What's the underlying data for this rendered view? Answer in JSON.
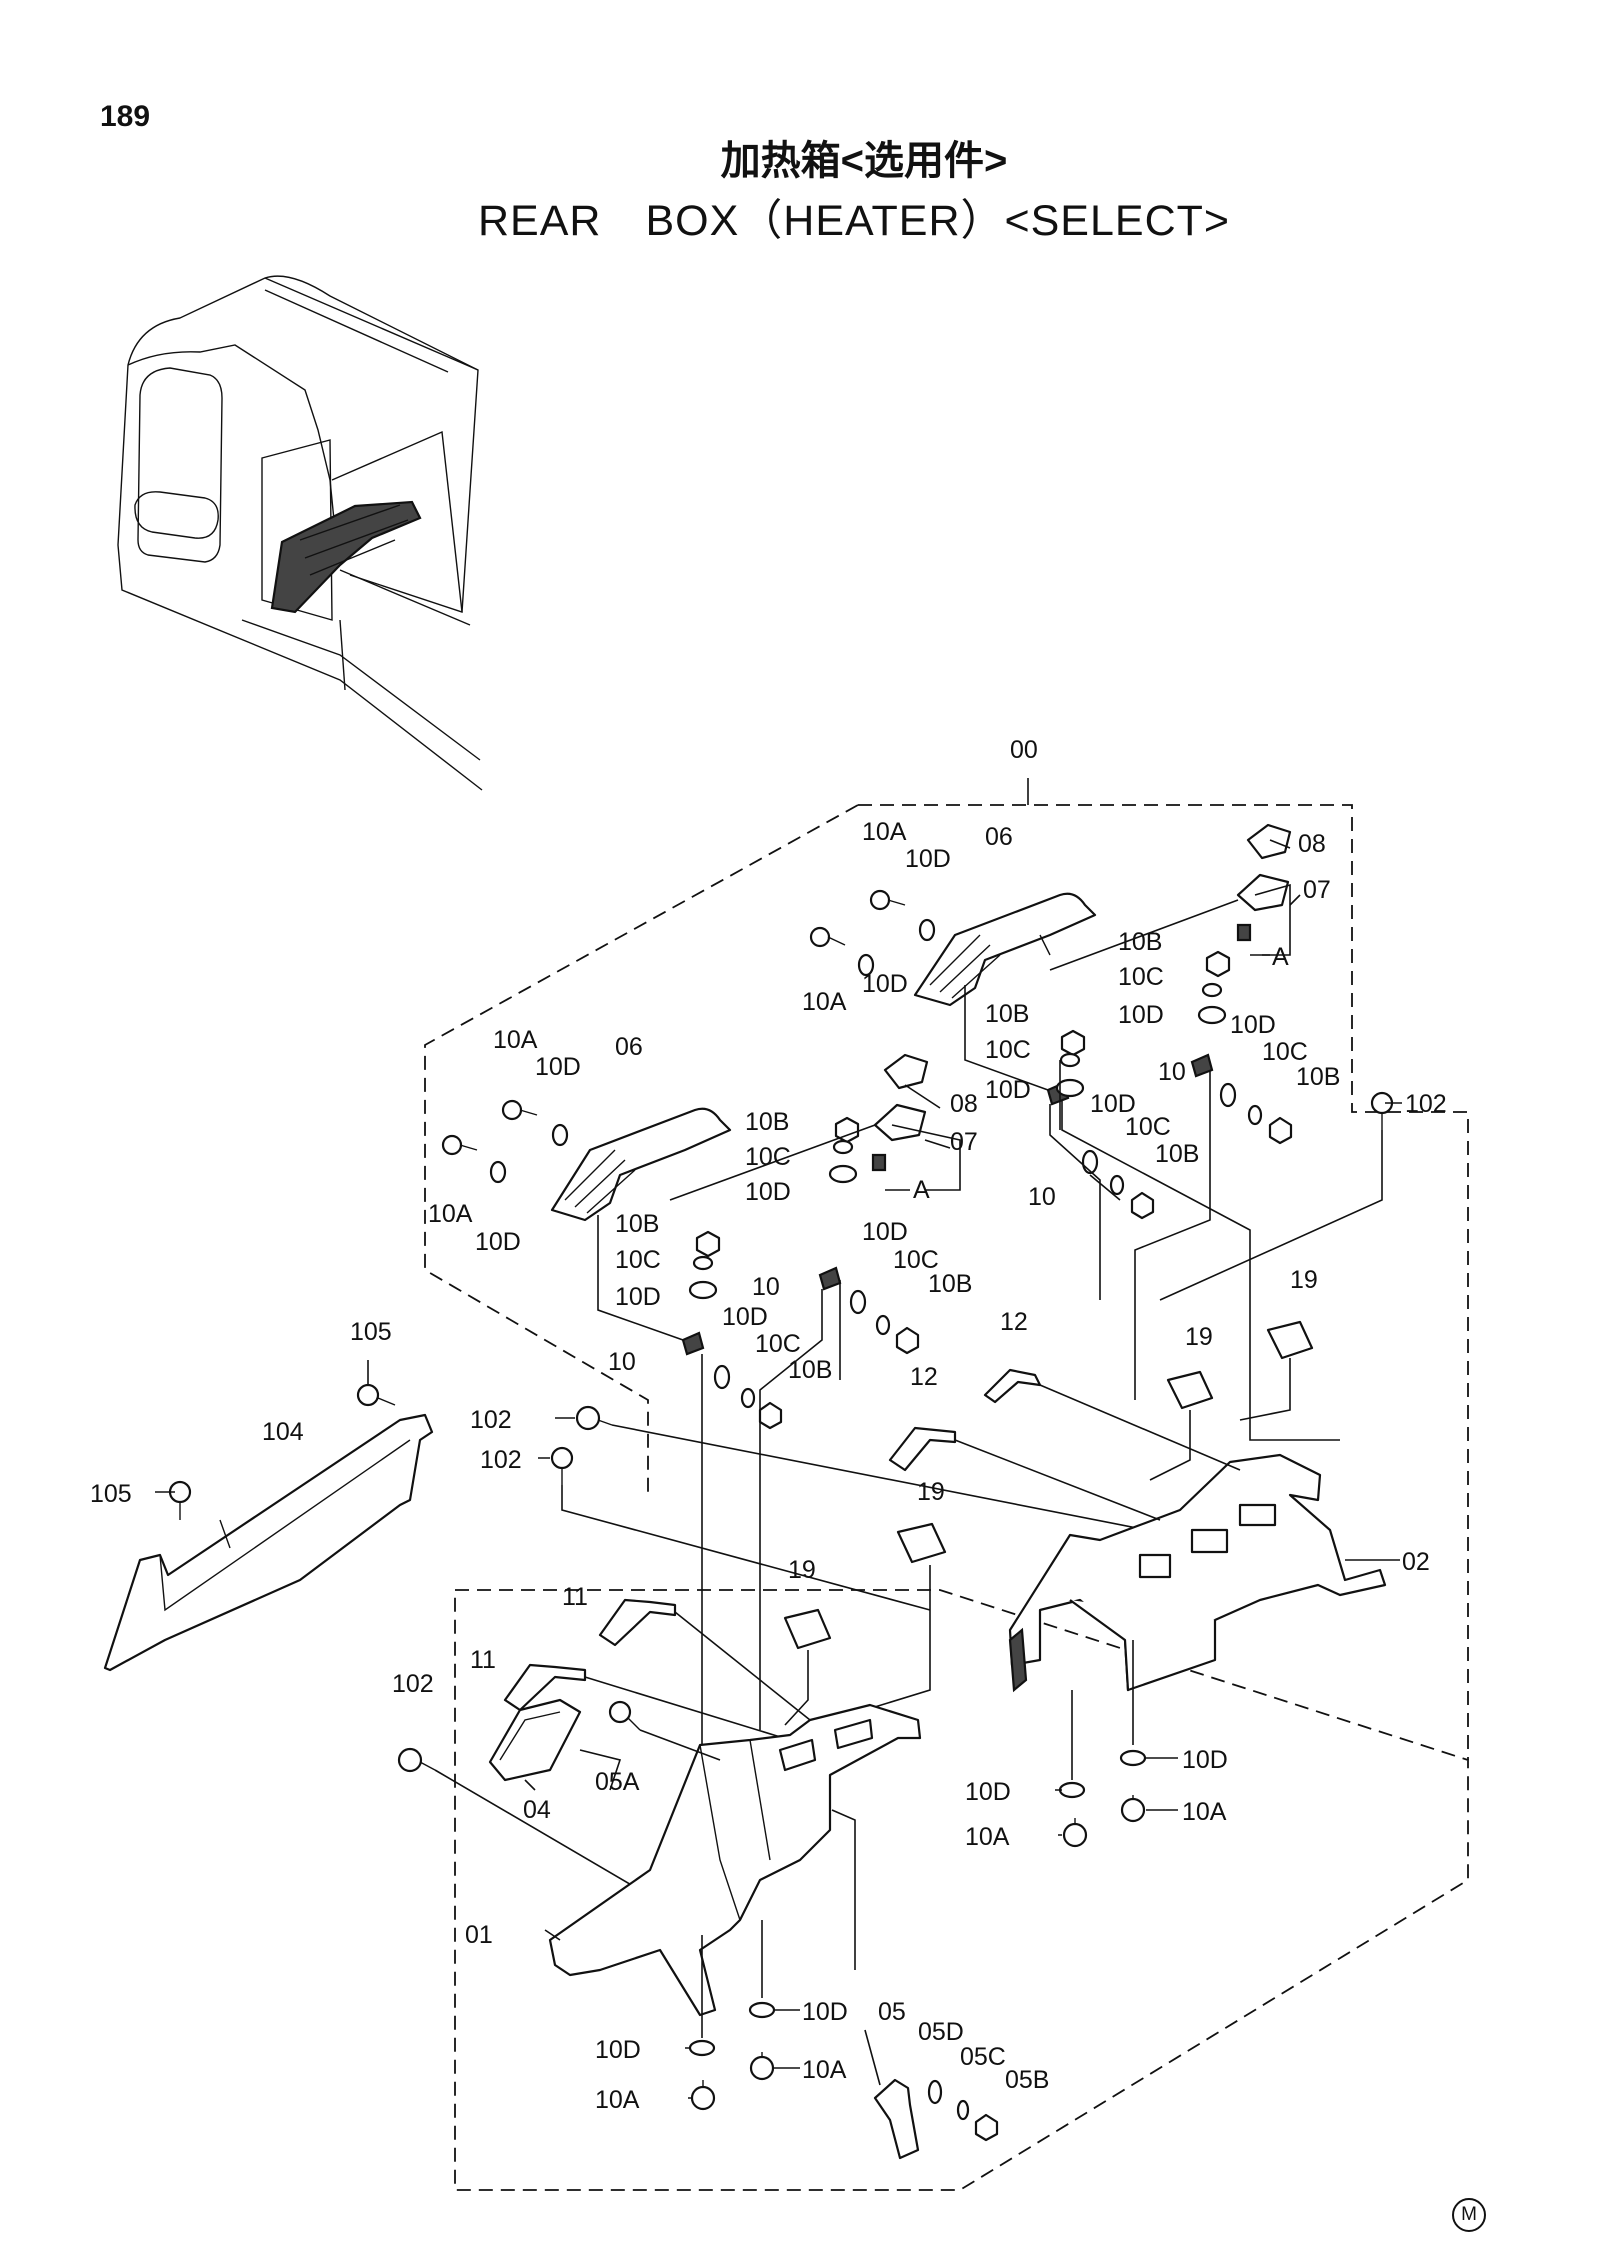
{
  "page_number": "189",
  "title_cn": "加热箱<选用件>",
  "title_en": "REAR　BOX（HEATER）<SELECT>",
  "mark": "M",
  "labels": {
    "l00": "00",
    "l10A_a": "10A",
    "l10D_a": "10D",
    "l06_a": "06",
    "l08_a": "08",
    "l07_a": "07",
    "l10A_b": "10A",
    "l10D_b": "10D",
    "lA_a": "A",
    "l10B_a": "10B",
    "l10C_a": "10C",
    "l10D_c": "10D",
    "l10D_d": "10D",
    "l10C_b": "10C",
    "l10B_b": "10B",
    "l10B_c": "10B",
    "l10C_c": "10C",
    "l10D_e": "10D",
    "l10_a": "10",
    "l10D_f": "10D",
    "l10C_d": "10C",
    "l10B_d": "10B",
    "l10_b": "10",
    "l102_a": "102",
    "l10A_c": "10A",
    "l10D_g": "10D",
    "l06_b": "06",
    "l10A_d": "10A",
    "l10D_h": "10D",
    "l10B_e": "10B",
    "l10C_e": "10C",
    "l10D_i": "10D",
    "l08_b": "08",
    "l07_b": "07",
    "lA_b": "A",
    "l10B_f": "10B",
    "l10C_f": "10C",
    "l10D_j": "10D",
    "l10_c": "10",
    "l10D_k": "10D",
    "l10C_g": "10C",
    "l10B_g": "10B",
    "l10_d": "10",
    "l10D_l": "10D",
    "l10C_h": "10C",
    "l10B_h": "10B",
    "l105_a": "105",
    "l104": "104",
    "l105_b": "105",
    "l102_b": "102",
    "l102_c": "102",
    "l12_a": "12",
    "l12_b": "12",
    "l19_a": "19",
    "l19_b": "19",
    "l19_c": "19",
    "l19_d": "19",
    "l02": "02",
    "l11_a": "11",
    "l11_b": "11",
    "l102_d": "102",
    "l04": "04",
    "l05A": "05A",
    "l01": "01",
    "l10D_m": "10D",
    "l10D_n": "10D",
    "l10A_e": "10A",
    "l10A_f": "10A",
    "l10D_o": "10D",
    "l10D_p": "10D",
    "l10A_g": "10A",
    "l10A_h": "10A",
    "l05": "05",
    "l05D": "05D",
    "l05C": "05C",
    "l05B": "05B"
  }
}
